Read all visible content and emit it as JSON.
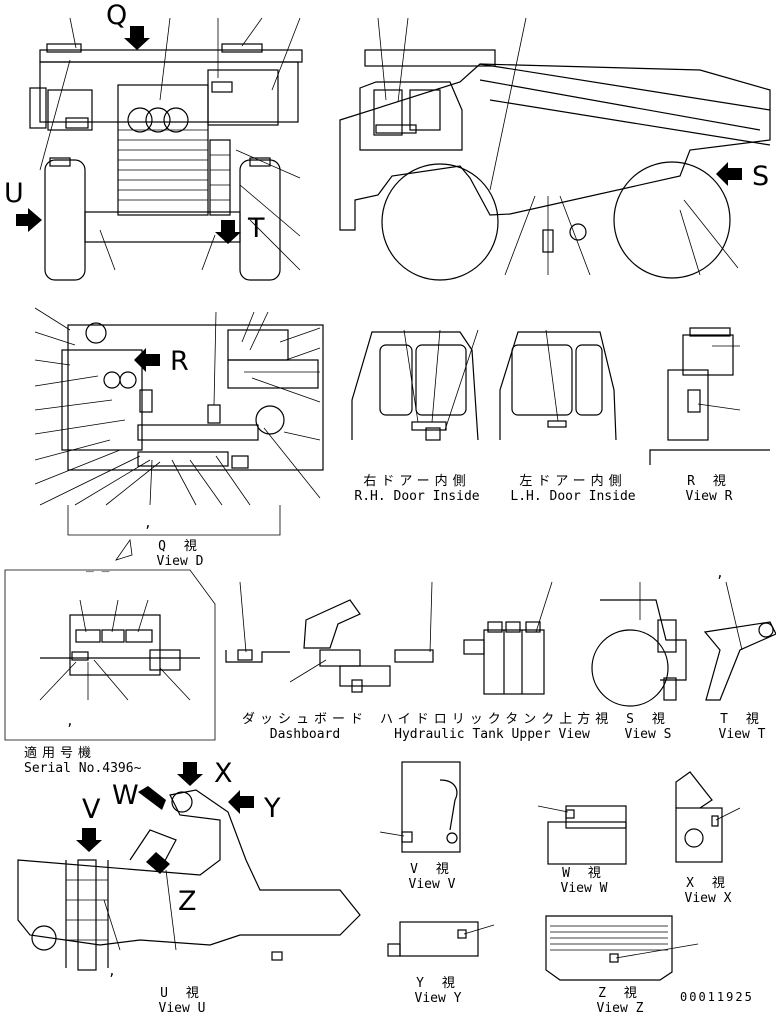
{
  "view_letters": {
    "q": "Q",
    "r": "R",
    "s": "S",
    "t": "T",
    "u": "U",
    "v": "V",
    "w": "W",
    "x": "X",
    "y": "Y",
    "z": "Z"
  },
  "captions": {
    "view_q": {
      "jp": "Q 視",
      "en": "View D"
    },
    "rh_door": {
      "jp": "右ドアー内側",
      "en": "R.H. Door Inside"
    },
    "lh_door": {
      "jp": "左ドアー内側",
      "en": "L.H. Door Inside"
    },
    "view_r": {
      "jp": "R 視",
      "en": "View R"
    },
    "dashboard": {
      "jp": "ダッシュボード",
      "en": "Dashboard"
    },
    "hydraulic_tank": {
      "jp": "ハイドロリックタンク上方視",
      "en": "Hydraulic Tank Upper View"
    },
    "view_s": {
      "jp": "S 視",
      "en": "View S"
    },
    "view_t": {
      "jp": "T 視",
      "en": "View T"
    },
    "applicable": {
      "jp": "適用号機",
      "en": "Serial No.4396~"
    },
    "view_v": {
      "jp": "V 視",
      "en": "View V"
    },
    "view_w": {
      "jp": "W 視",
      "en": "View W"
    },
    "view_x": {
      "jp": "X 視",
      "en": "View X"
    },
    "view_y": {
      "jp": "Y 視",
      "en": "View Y"
    },
    "view_z": {
      "jp": "Z 視",
      "en": "View Z"
    },
    "view_u": {
      "jp": "U 視",
      "en": "View U"
    }
  },
  "marks": {
    "comma": ",",
    "dash": "_ _"
  },
  "drawing_number": "00011925"
}
